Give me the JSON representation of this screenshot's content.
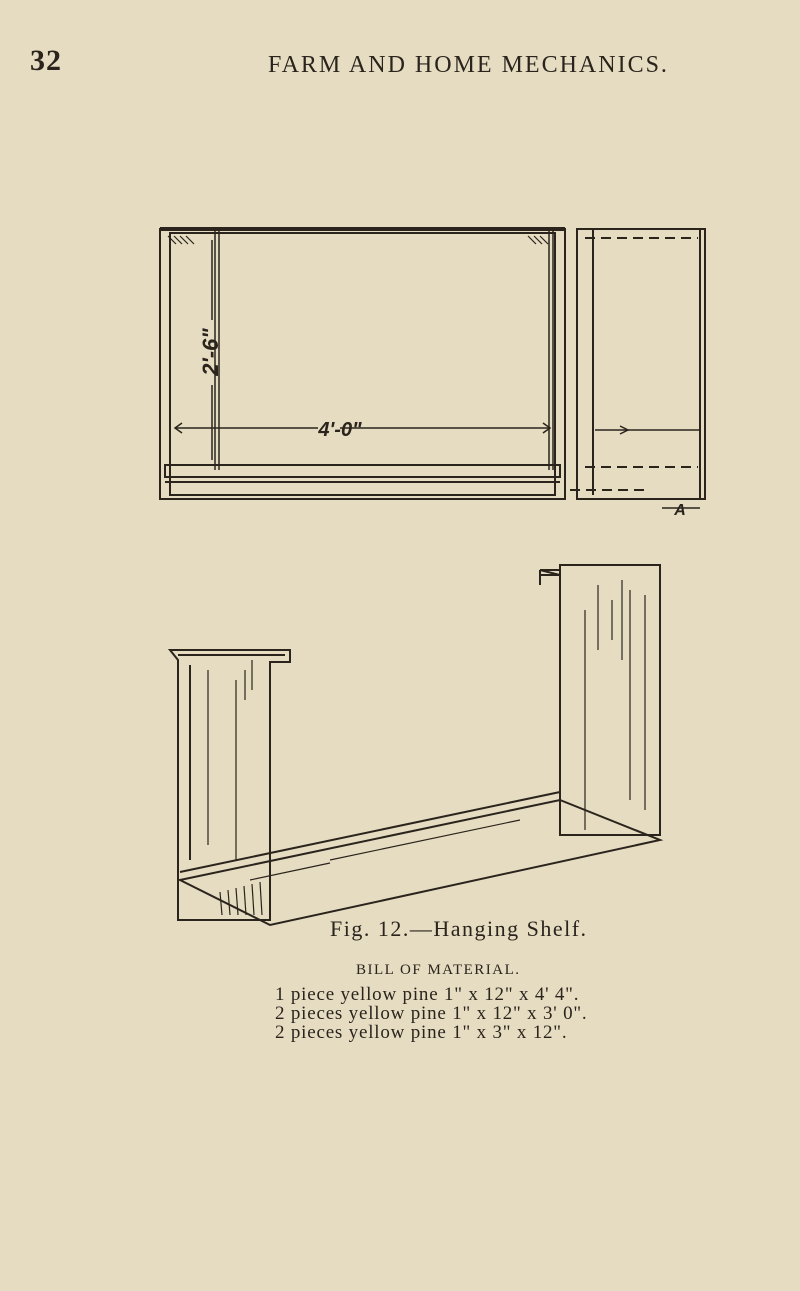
{
  "header": {
    "page_number": "32",
    "running_title": "FARM AND HOME MECHANICS."
  },
  "figure": {
    "front_view": {
      "height_dimension": "2'-6\"",
      "width_dimension": "4'-0\""
    },
    "side_view": {
      "section_mark": "A"
    },
    "caption": "Fig. 12.—Hanging Shelf."
  },
  "bill_of_material": {
    "heading": "BILL OF MATERIAL.",
    "items": [
      "1 piece yellow pine 1\" x 12\" x 4' 4\".",
      "2 pieces yellow pine 1\" x 12\" x 3' 0\".",
      "2 pieces yellow pine 1\" x 3\" x 12\"."
    ]
  },
  "colors": {
    "paper": "#e6dcc2",
    "ink": "#2a241c"
  }
}
